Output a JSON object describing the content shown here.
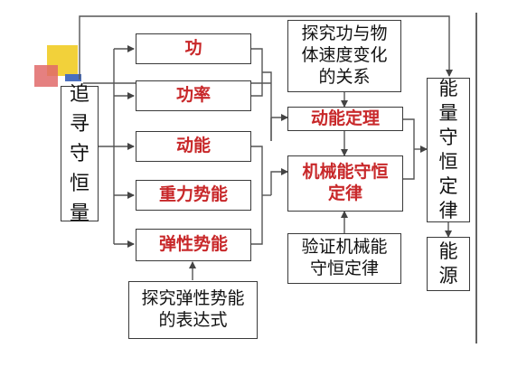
{
  "diagram": {
    "left": {
      "text": "追\n寻\n守\n恒\n量"
    },
    "energy_items": [
      {
        "text": "功"
      },
      {
        "text": "功率"
      },
      {
        "text": "动能"
      },
      {
        "text": "重力势能"
      },
      {
        "text": "弹性势能"
      }
    ],
    "elastic_explore": {
      "text": "探究弹性势能\n的表达式"
    },
    "work_explore": {
      "text": "探究功与物\n体速度变化\n的关系"
    },
    "kinetic_theorem": {
      "text": "动能定理"
    },
    "mech_conservation": {
      "text": "机械能守恒\n定律"
    },
    "verify_conservation": {
      "text": "验证机械能\n守恒定律"
    },
    "energy_conservation": {
      "text": "能\n量\n守\n恒\n定\n律"
    },
    "energy_source": {
      "text": "能\n源"
    }
  },
  "colors": {
    "accent_red": "#c8282a",
    "line": "#555555",
    "deco_yellow": "#f2d13a",
    "deco_red": "#d94545",
    "deco_blue": "#4a6fbf"
  }
}
